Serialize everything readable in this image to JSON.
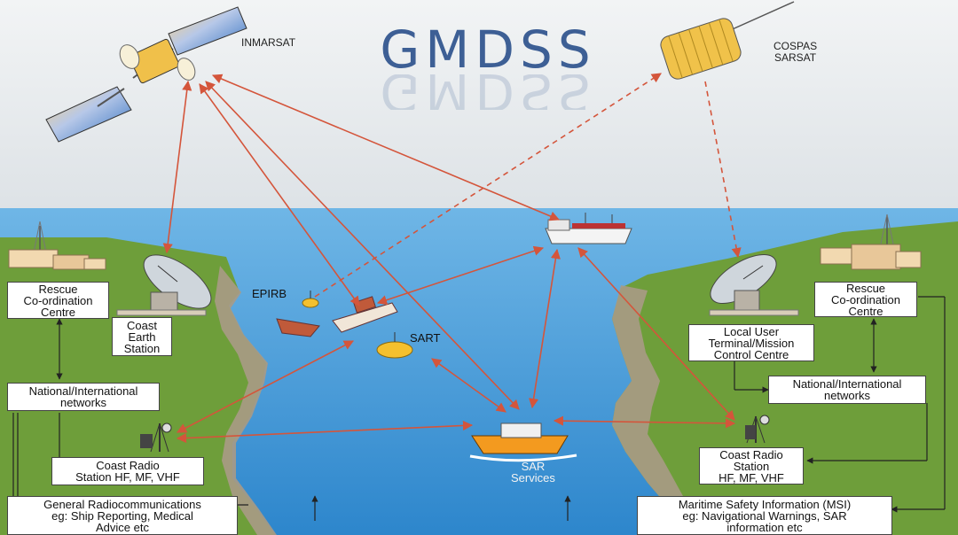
{
  "title": "GMDSS",
  "satellites": {
    "inmarsat": "INMARSAT",
    "cospas_sarsat": "COSPAS\nSARSAT"
  },
  "left_shore": {
    "rescue_centre": "Rescue\nCo-ordination\nCentre",
    "coast_earth_station": "Coast\nEarth\nStation",
    "networks": "National/International\nnetworks",
    "coast_radio_station": "Coast Radio\nStation HF, MF, VHF",
    "general_radiocomms": "General Radiocommunications\neg: Ship Reporting, Medical\nAdvice etc"
  },
  "right_shore": {
    "rescue_centre": "Rescue\nCo-ordination\nCentre",
    "local_user_terminal": "Local User\nTerminal/Mission\nControl Centre",
    "networks": "National/International\nnetworks",
    "coast_radio_station": "Coast Radio\nStation\nHF, MF, VHF",
    "msi": "Maritime Safety Information (MSI)\neg: Navigational Warnings, SAR\ninformation etc"
  },
  "sea": {
    "epirb": "EPIRB",
    "sart": "SART",
    "sar_services": "SAR\nServices"
  },
  "colors": {
    "sky": "#e9ecef",
    "sea": "#3f97d6",
    "land": "#6e9e3a",
    "cliff": "#a89a86",
    "link_arrow": "#d4553b",
    "title": "#3d5f95"
  }
}
